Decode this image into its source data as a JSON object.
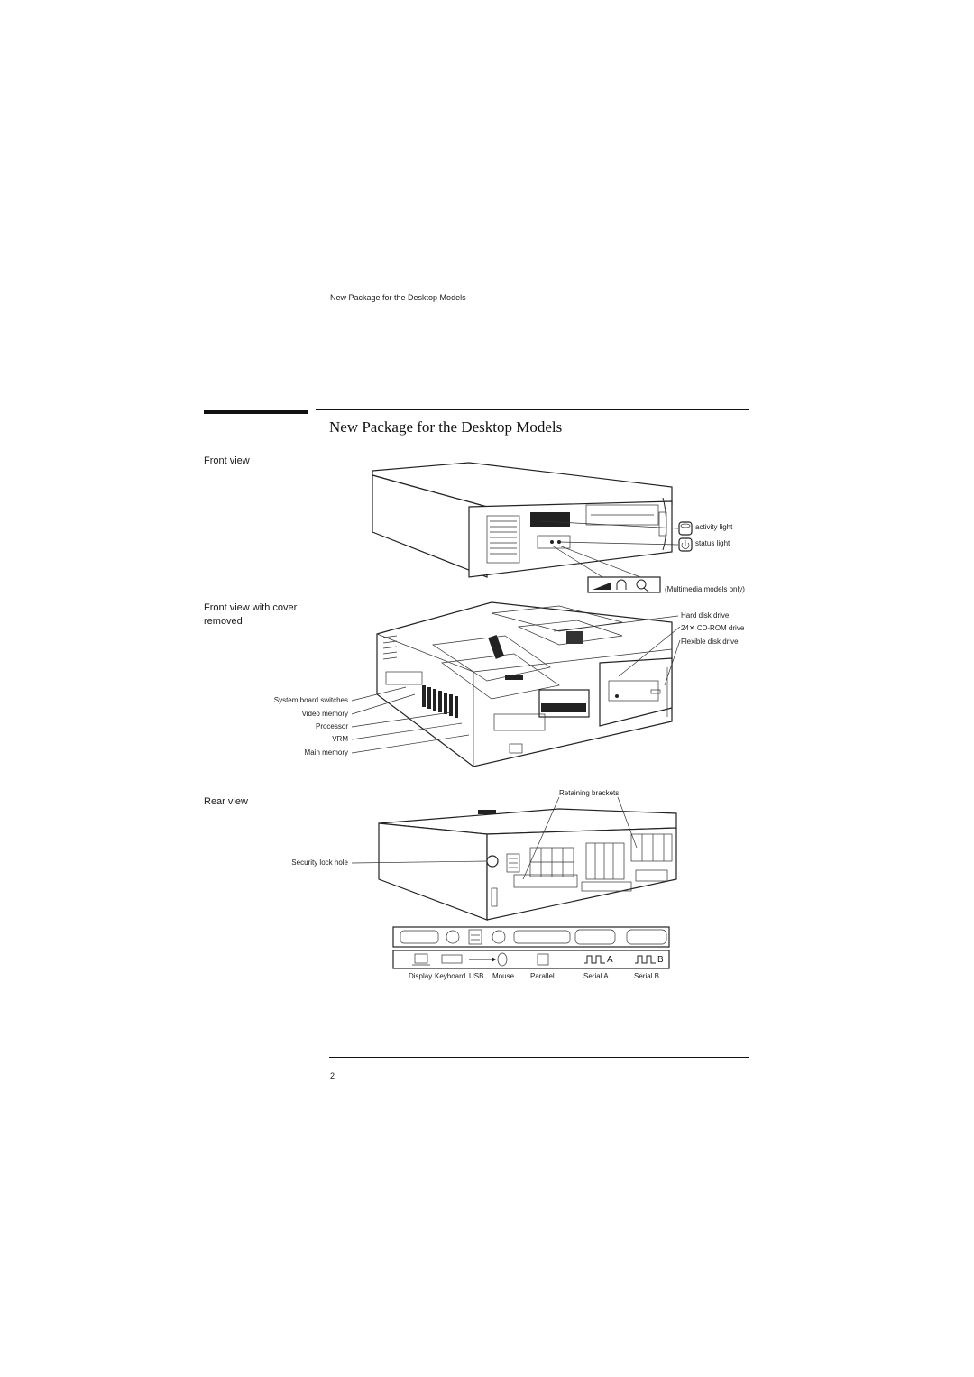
{
  "header": {
    "running_head": "New Package for the Desktop Models"
  },
  "title": "New Package for the Desktop Models",
  "front_view": {
    "label": "Front view",
    "callouts": {
      "activity_light": "activity light",
      "status_light": "status light",
      "multimedia_note": "(Multimedia models only)"
    }
  },
  "front_view_cover_removed": {
    "label_line1": "Front view with cover",
    "label_line2": "removed",
    "right_callouts": [
      "Hard disk drive",
      "24✕ CD-ROM drive",
      "Flexible disk drive"
    ],
    "left_callouts": [
      "System board switches",
      "Video memory",
      "Processor",
      "VRM",
      "Main memory"
    ]
  },
  "rear_view": {
    "label": "Rear view",
    "retaining_brackets": "Retaining brackets",
    "security_lock_hole": "Security lock hole",
    "port_icon_letters": [
      "A",
      "B"
    ],
    "ports": [
      "Display",
      "Keyboard",
      "USB",
      "Mouse",
      "Parallel",
      "Serial A",
      "Serial B"
    ]
  },
  "footer": {
    "page_number": "2"
  }
}
